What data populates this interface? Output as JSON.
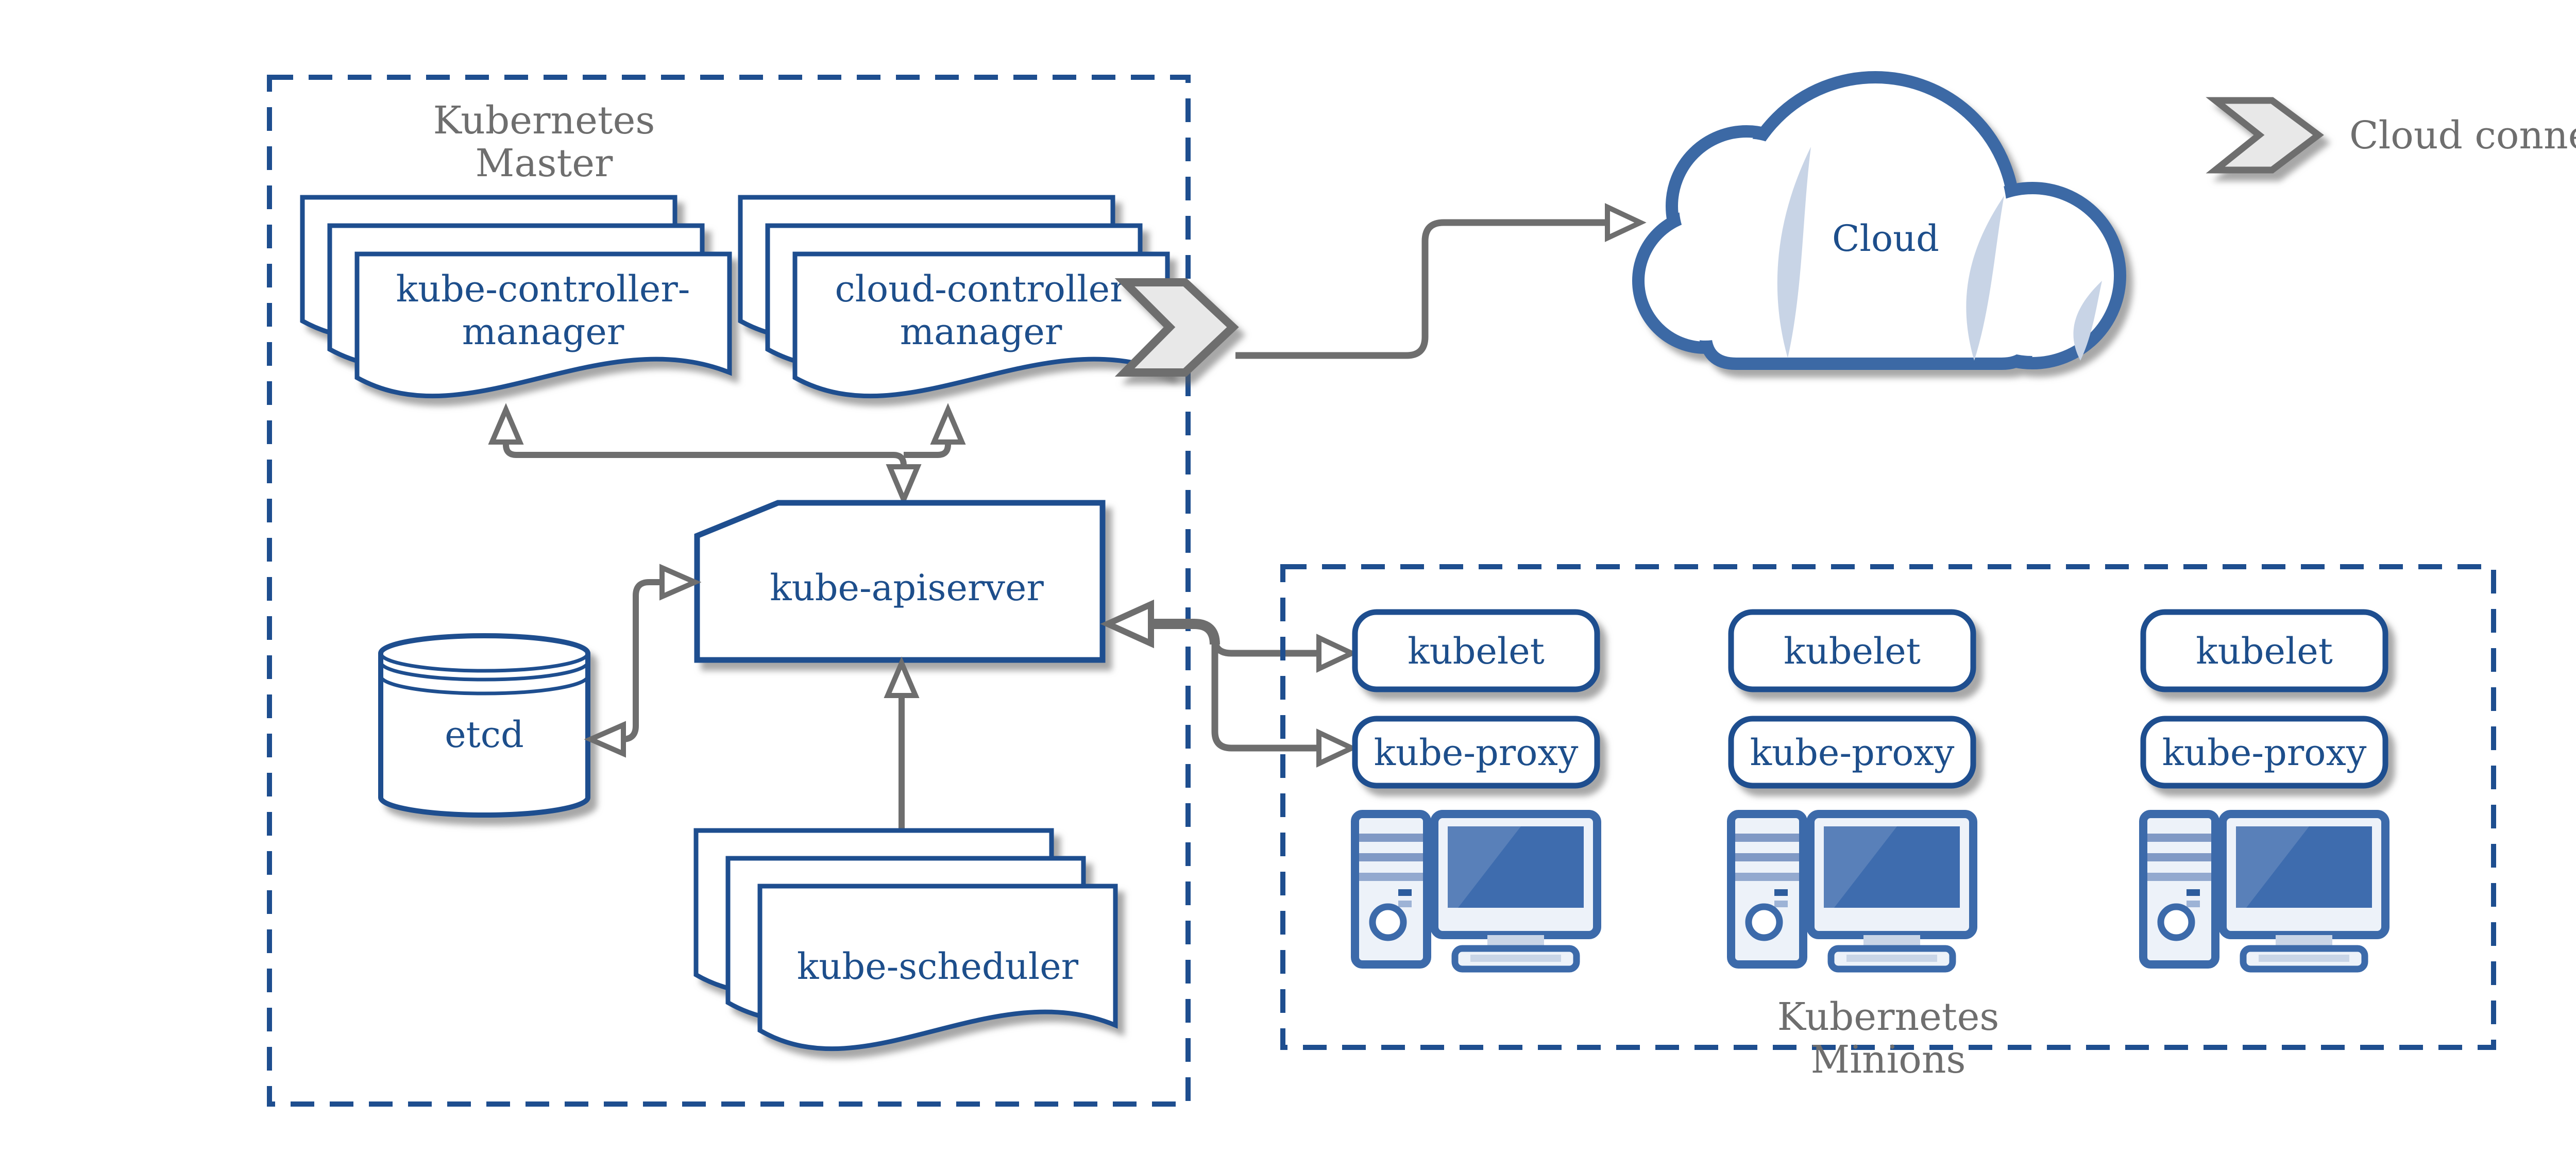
{
  "master": {
    "title": [
      "Kubernetes",
      "Master"
    ]
  },
  "minions": {
    "title": [
      "Kubernetes",
      "Minions"
    ],
    "columns": [
      {
        "kubelet": "kubelet",
        "kube_proxy": "kube-proxy"
      },
      {
        "kubelet": "kubelet",
        "kube_proxy": "kube-proxy"
      },
      {
        "kubelet": "kubelet",
        "kube_proxy": "kube-proxy"
      }
    ]
  },
  "nodes": {
    "kube_controller_manager": {
      "line1": "kube-controller-",
      "line2": "manager"
    },
    "cloud_controller_manager": {
      "line1": "cloud-controller",
      "line2": "manager"
    },
    "kube_apiserver": {
      "label": "kube-apiserver"
    },
    "etcd": {
      "label": "etcd"
    },
    "kube_scheduler": {
      "label": "kube-scheduler"
    },
    "cloud": {
      "label": "Cloud"
    }
  },
  "legend": {
    "cloud_connector": "Cloud connector"
  },
  "colors": {
    "navy": "#1e4e8f",
    "steel_blue": "#3c6aaa",
    "cloud_blue": "#3c69a5",
    "light_blue": "#c8d4e6",
    "text_navy": "#1d4e8b",
    "text_gray": "#6e6e6e",
    "arrow_gray": "#6e6e6e",
    "chevron_fill": "#e8e8e8",
    "screen_blue": "#3e6cae"
  }
}
